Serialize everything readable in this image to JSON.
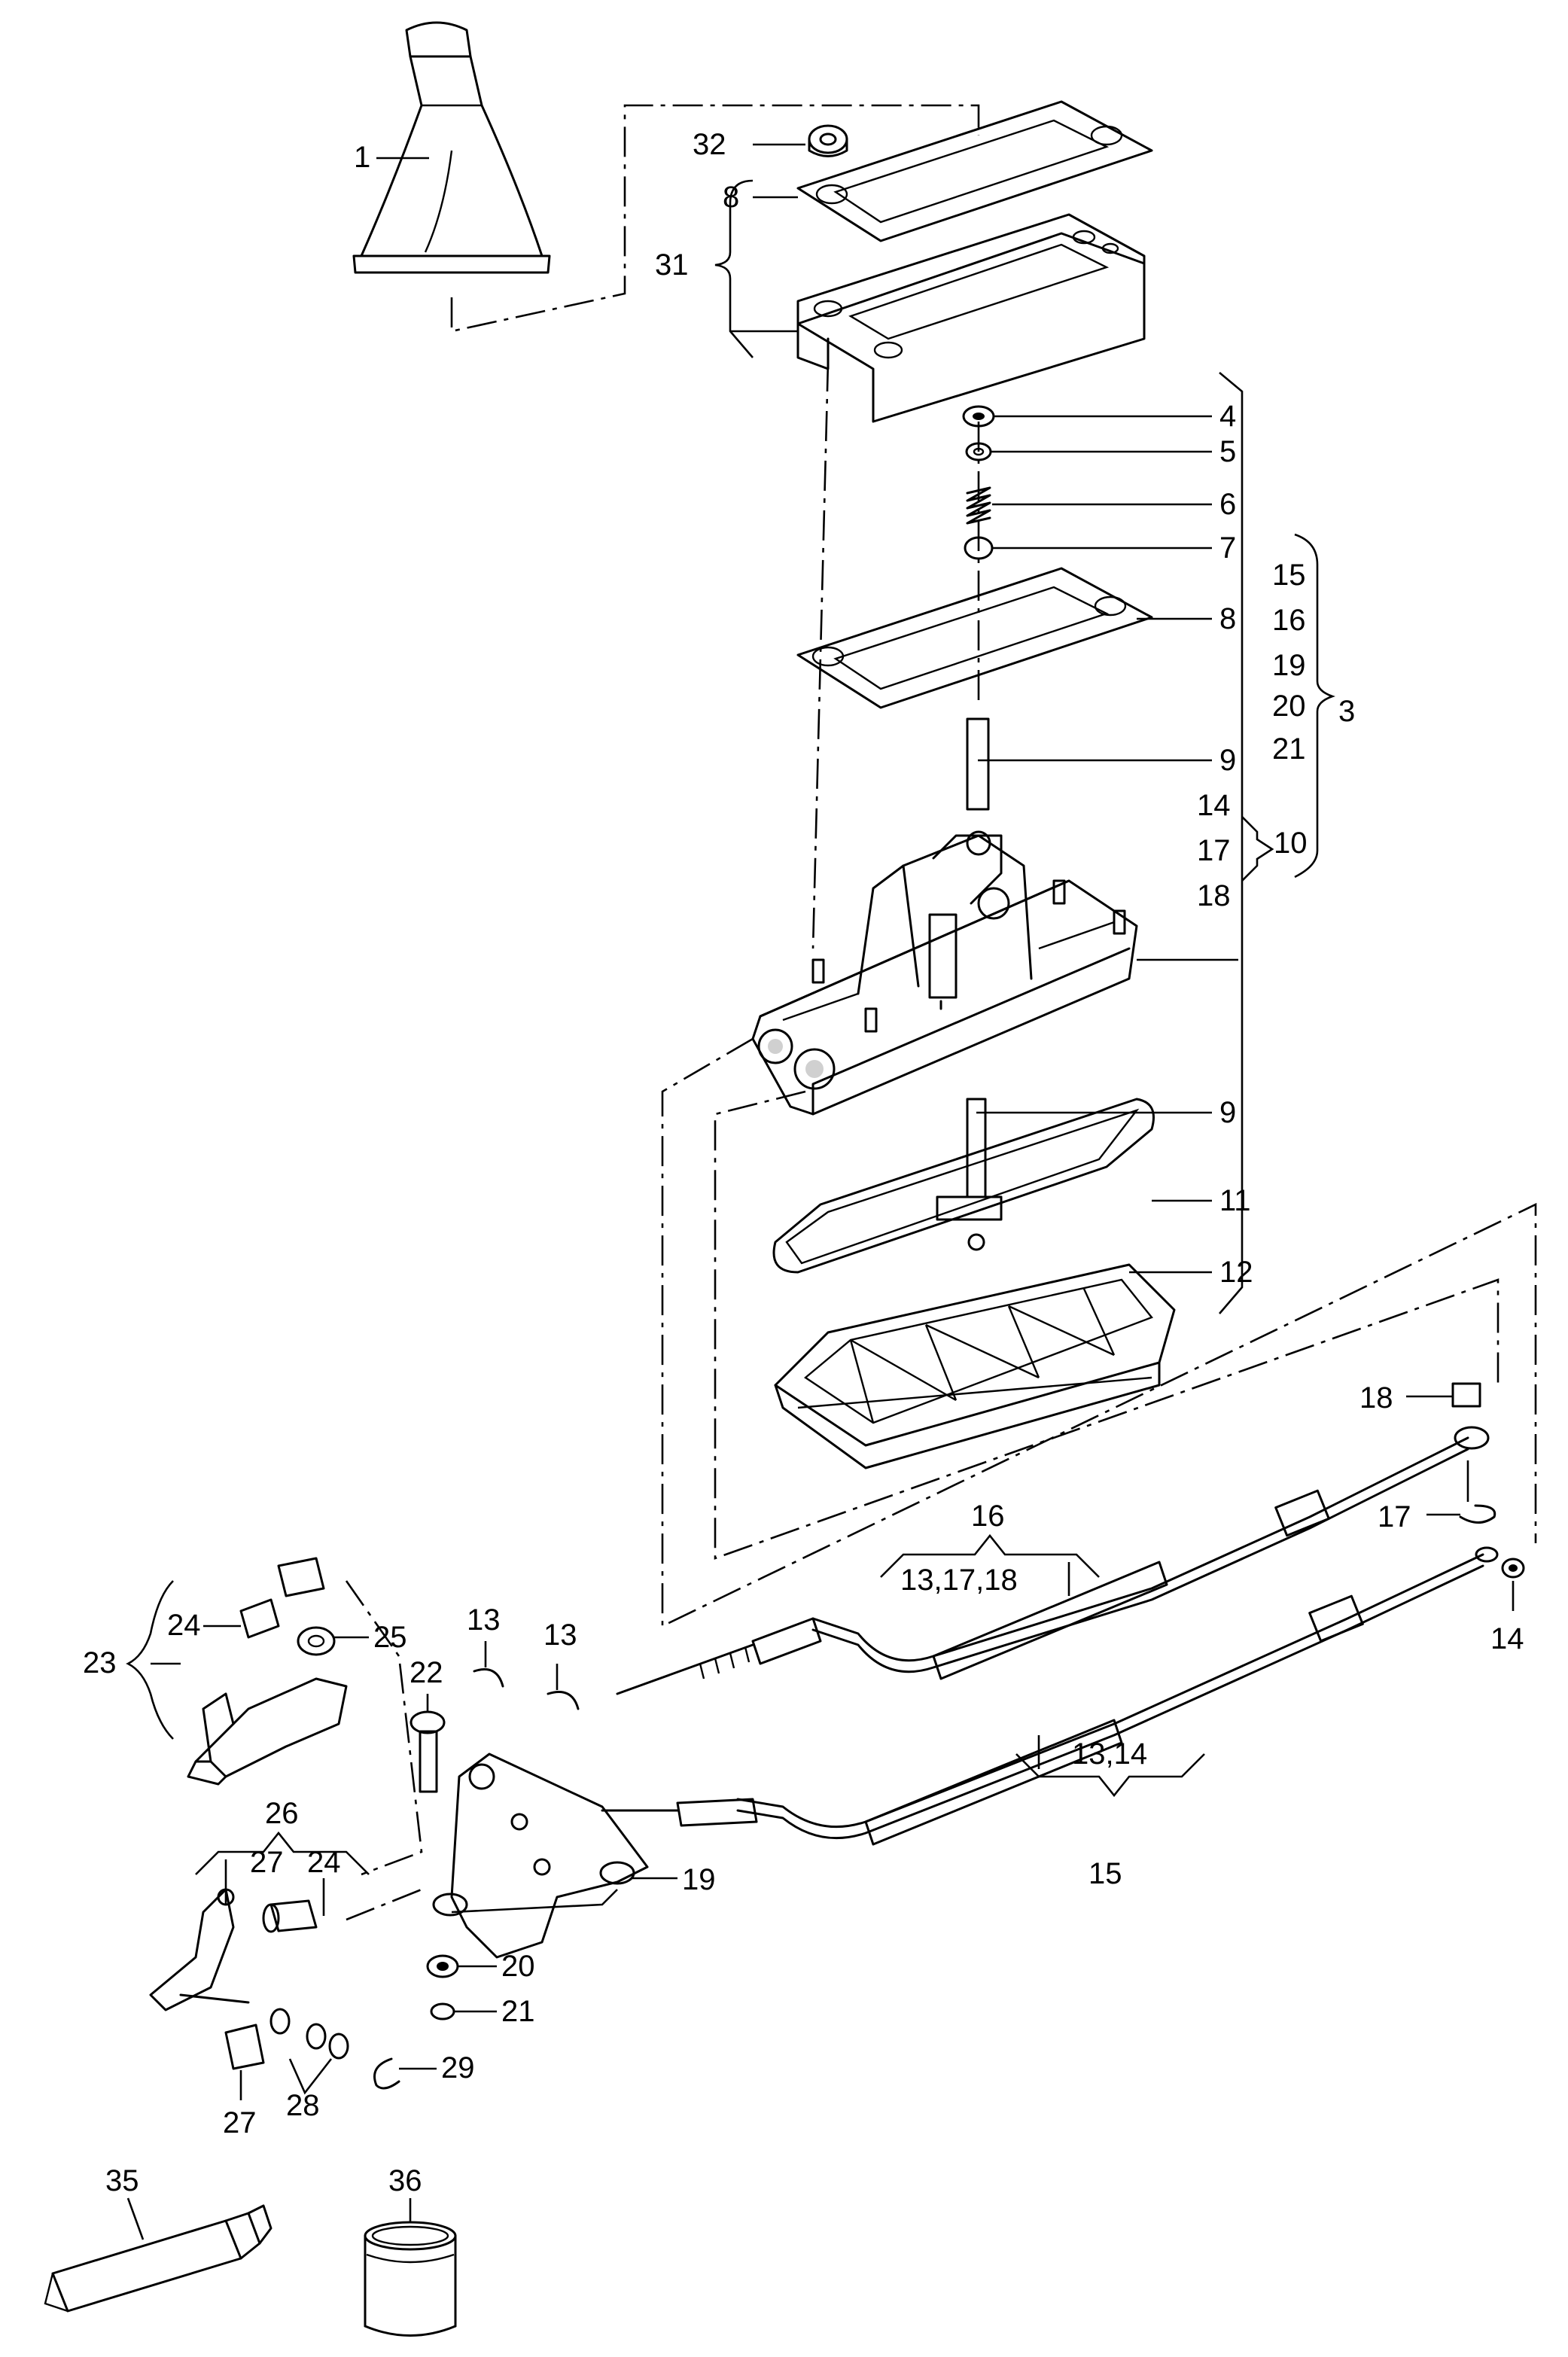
{
  "labels": {
    "l1": "1",
    "l32": "32",
    "l8a": "8",
    "l31": "31",
    "l4": "4",
    "l5": "5",
    "l6": "6",
    "l7": "7",
    "l8b": "8",
    "l9a": "9",
    "l15": "15",
    "l16": "16",
    "l19": "19",
    "l20": "20",
    "l21": "21",
    "l3": "3",
    "l14": "14",
    "l17": "17",
    "l18": "18",
    "l10": "10",
    "l9b": "9",
    "l11": "11",
    "l12": "12",
    "r18": "18",
    "r17": "17",
    "r14": "14",
    "g16": "16",
    "g131718": "13,17,18",
    "g1314": "13,14",
    "g15": "15",
    "b23": "23",
    "b24a": "24",
    "b25": "25",
    "b22": "22",
    "b13a": "13",
    "b13b": "13",
    "b26": "26",
    "b27a": "27",
    "b24b": "24",
    "b19": "19",
    "b20": "20",
    "b21": "21",
    "b29": "29",
    "b27b": "27",
    "b28": "28",
    "b35": "35",
    "b36": "36"
  }
}
